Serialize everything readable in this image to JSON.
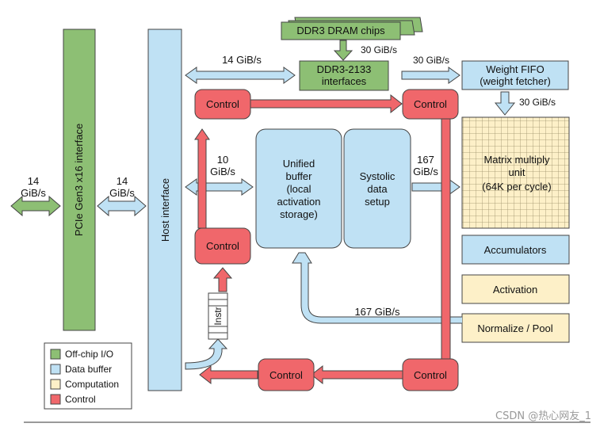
{
  "colors": {
    "offchip": "#8dbf74",
    "buffer": "#bfe1f4",
    "compute": "#fdf0c8",
    "control": "#f0676b",
    "stroke": "#444444"
  },
  "blocks": {
    "ddr3_chips": "DDR3 DRAM chips",
    "ddr3_interfaces": [
      "DDR3-2133",
      "interfaces"
    ],
    "pcie": "PCIe Gen3 x16 interface",
    "host": "Host interface",
    "unified": [
      "Unified",
      "buffer",
      "(local",
      "activation",
      "storage)"
    ],
    "systolic": [
      "Systolic",
      "data",
      "setup"
    ],
    "weight_fifo": [
      "Weight FIFO",
      "(weight fetcher)"
    ],
    "matrix": [
      "Matrix multiply",
      "unit",
      "(64K per cycle)"
    ],
    "accumulators": "Accumulators",
    "activation": "Activation",
    "normalize": "Normalize / Pool",
    "control": "Control",
    "instr": "Instr"
  },
  "bandwidths": {
    "left_ext": [
      "14",
      "GiB/s"
    ],
    "pcie_host": [
      "14",
      "GiB/s"
    ],
    "host_ddr": "14 GiB/s",
    "ddr_chips": "30 GiB/s",
    "ddr_fifo": "30 GiB/s",
    "fifo_matrix": "30 GiB/s",
    "host_buffer": [
      "10",
      "GiB/s"
    ],
    "systolic_matrix": [
      "167",
      "GiB/s"
    ],
    "return_path": "167 GiB/s"
  },
  "legend": [
    {
      "label": "Off-chip I/O",
      "color": "#8dbf74"
    },
    {
      "label": "Data buffer",
      "color": "#bfe1f4"
    },
    {
      "label": "Computation",
      "color": "#fdf0c8"
    },
    {
      "label": "Control",
      "color": "#f0676b"
    }
  ],
  "watermark": "CSDN @热心网友_1"
}
